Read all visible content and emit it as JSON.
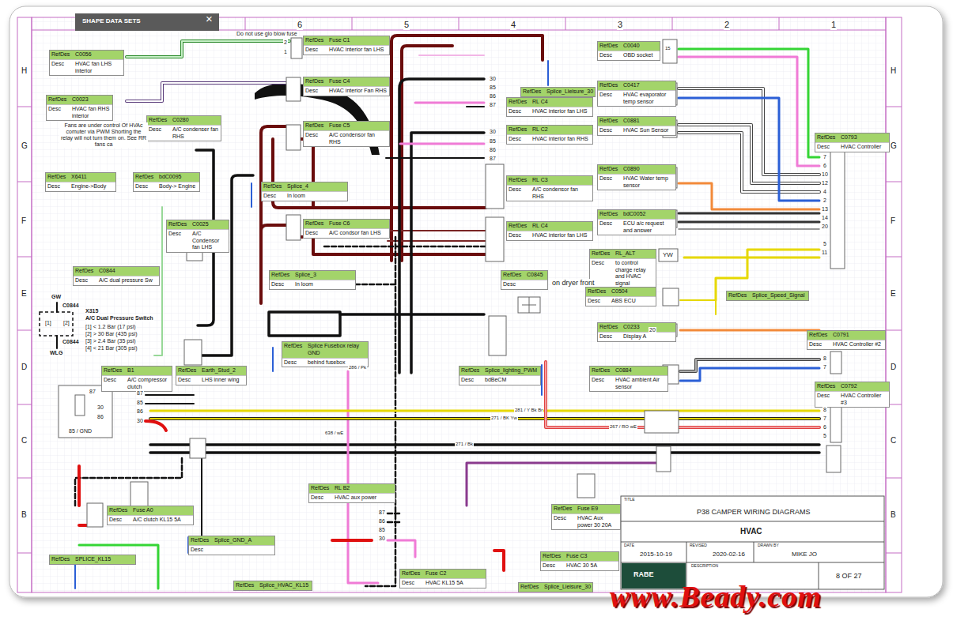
{
  "diagram": {
    "nodes": [
      {
        "text": [
          "RefDes",
          "C0056",
          "Desc",
          "HVAC fan LHS interior"
        ]
      },
      {
        "text": [
          "RefDes",
          "Fuse C1",
          "Desc",
          "HVAC interior fan LHS"
        ]
      },
      {
        "text": [
          "RefDes",
          "C0040",
          "Desc",
          "OBD socket"
        ]
      },
      {
        "text": [
          "RefDes",
          "C0023",
          "Desc",
          "HVAC fan RHS interior"
        ]
      },
      {
        "text": [
          "RefDes",
          "Fuse C4",
          "Desc",
          "HVAC interior Fan RHS"
        ]
      },
      {
        "text": [
          "RefDes",
          "Splice_Lieisure_30"
        ]
      },
      {
        "text": [
          "RefDes",
          "RL C4",
          "Desc",
          "HVAC interior fan LHS"
        ]
      },
      {
        "text": [
          "RefDes",
          "C0417",
          "Desc",
          "HVAC evaporator temp sensor"
        ]
      },
      {
        "text": [
          "RefDes",
          "C0280",
          "Desc",
          "A/C condenser fan RHS"
        ]
      },
      {
        "text": [
          "RefDes",
          "Fuse C5",
          "Desc",
          "A/C condensor fan RHS"
        ]
      },
      {
        "text": [
          "RefDes",
          "RL C2",
          "Desc",
          "HVAC interior fan RHS"
        ]
      },
      {
        "text": [
          "RefDes",
          "C0881",
          "Desc",
          "HVAC Sun Sensor"
        ]
      },
      {
        "text": [
          "RefDes",
          "C0793",
          "Desc",
          "HVAC Controller"
        ]
      },
      {
        "text": [
          "RefDes",
          "X6411",
          "Desc",
          "Engine->Body"
        ]
      },
      {
        "text": [
          "RefDes",
          "bdC0095",
          "Desc",
          "Body-> Engine"
        ]
      },
      {
        "text": [
          "RefDes",
          "Splice_4",
          "Desc",
          "In loom"
        ]
      },
      {
        "text": [
          "RefDes",
          "RL C3",
          "Desc",
          "A/C condensor fan RHS"
        ]
      },
      {
        "text": [
          "RefDes",
          "C0890",
          "Desc",
          "HVAC Water temp sensor"
        ]
      },
      {
        "text": [
          "RefDes",
          "C0025",
          "Desc",
          "A/C Condensor fan LHS"
        ]
      },
      {
        "text": [
          "RefDes",
          "Fuse C6",
          "Desc",
          "A/C condsor fan LHS"
        ]
      },
      {
        "text": [
          "RefDes",
          "RL C4",
          "Desc",
          "HVAC interior fan LHS"
        ]
      },
      {
        "text": [
          "RefDes",
          "bdC0052",
          "Desc",
          "ECU a/c request and answer"
        ]
      },
      {
        "text": [
          "RefDes",
          "RL_ALT",
          "Desc",
          "to control charge relay and HVAC signal"
        ]
      },
      {
        "text": [
          "RefDes",
          "C0844",
          "Desc",
          "A/C dual pressure Sw"
        ]
      },
      {
        "text": [
          "RefDes",
          "Splice_3",
          "Desc",
          "In loom"
        ]
      },
      {
        "text": [
          "RefDes",
          "C0845",
          "Desc"
        ]
      },
      {
        "text": [
          "RefDes",
          "C0504",
          "Desc",
          "ABS ECU"
        ]
      },
      {
        "text": [
          "RefDes",
          "Splice_Speed_Signal"
        ]
      },
      {
        "text": [
          "RefDes",
          "C0233",
          "Desc",
          "Display A"
        ]
      },
      {
        "text": [
          "RefDes",
          "C0791",
          "Desc",
          "HVAC Controller #2"
        ]
      },
      {
        "text": [
          "RefDes",
          "Splice Fusebox relay GND",
          "Desc",
          "behind fusebox"
        ]
      },
      {
        "text": [
          "RefDes",
          "B1",
          "Desc",
          "A/C compressor clutch"
        ]
      },
      {
        "text": [
          "RefDes",
          "Earth_Stud_2",
          "Desc",
          "LHS inner wing"
        ]
      },
      {
        "text": [
          "RefDes",
          "Splice_lighting_PWM",
          "Desc",
          "bdBeCM"
        ]
      },
      {
        "text": [
          "RefDes",
          "C0884",
          "Desc",
          "HVAC ambient Air sensor"
        ]
      },
      {
        "text": [
          "RefDes",
          "C0792",
          "Desc",
          "HVAC Controller #3"
        ]
      },
      {
        "text": [
          "RefDes",
          "RL B2",
          "Desc",
          "HVAC aux power"
        ]
      },
      {
        "text": [
          "RefDes",
          "Fuse E9",
          "Desc",
          "HVAC Aux power 30 20A"
        ]
      },
      {
        "text": [
          "RefDes",
          "Fuse A0",
          "Desc",
          "A/C clutch KL15 5A"
        ]
      },
      {
        "text": [
          "RefDes",
          "Splice_GND_A",
          "Desc"
        ]
      },
      {
        "text": [
          "RefDes",
          "SPLICE_KL15"
        ]
      },
      {
        "text": [
          "RefDes",
          "Fuse C3",
          "Desc",
          "HVAC 30 5A"
        ]
      },
      {
        "text": [
          "RefDes",
          "Fuse C2",
          "Desc",
          "HVAC KL15 5A"
        ]
      },
      {
        "text": [
          "RefDes",
          "Splice_HVAC_KL15"
        ]
      },
      {
        "text": [
          "RefDes",
          "Splice_Lieisure_30"
        ]
      }
    ],
    "labels": [
      "SHAPE DATA SETS",
      "×",
      "6",
      "5",
      "4",
      "3",
      "2",
      "1",
      "H",
      "G",
      "F",
      "E",
      "D",
      "C",
      "B",
      "H",
      "G",
      "F",
      "E",
      "D",
      "C",
      "B",
      "Do not use glo blow fuse",
      "Fans are under control Of HVAc comuter via PWM Shorting the relay will not turn them on. See RR fans ca",
      "on dryer front",
      "X315",
      "A/C Dual Pressure Switch",
      "GW",
      "C0844",
      "[1] < 1.2 Bar (17 psi)",
      "[2] > 30 Bar (435 psi)",
      "[3] > 2.4 Bar (35 psi)",
      "[4] < 21 Bar (305 psi)",
      "C0844",
      "WLG",
      "[1]",
      "[2]",
      "YW",
      "TITLE",
      "P38 CAMPER WIRING DIAGRAMS",
      "HVAC",
      "DATE",
      "2015-10-19",
      "REVISED",
      "2020-02-16",
      "DRAWN BY",
      "MIKE JO",
      "DESCRIPTION",
      "8 OF 27",
      "RABE",
      "www.Beady.com",
      "30",
      "85",
      "86",
      "87",
      "30",
      "85",
      "86",
      "87",
      "87",
      "85",
      "86",
      "30",
      "87",
      "30",
      "86",
      "85 / GND",
      "87",
      "86",
      "85",
      "30",
      "7",
      "6",
      "10",
      "12",
      "4",
      "2",
      "13",
      "14",
      "20",
      "5",
      "11",
      "8",
      "7",
      "6",
      "5",
      "8",
      "7",
      "281 / Y Bk Br",
      "271 / BK Yw",
      "267 / RO wE",
      "638 / wE",
      "286 / Pk",
      "271 / Bk",
      "15",
      "20",
      "2",
      "1"
    ]
  }
}
